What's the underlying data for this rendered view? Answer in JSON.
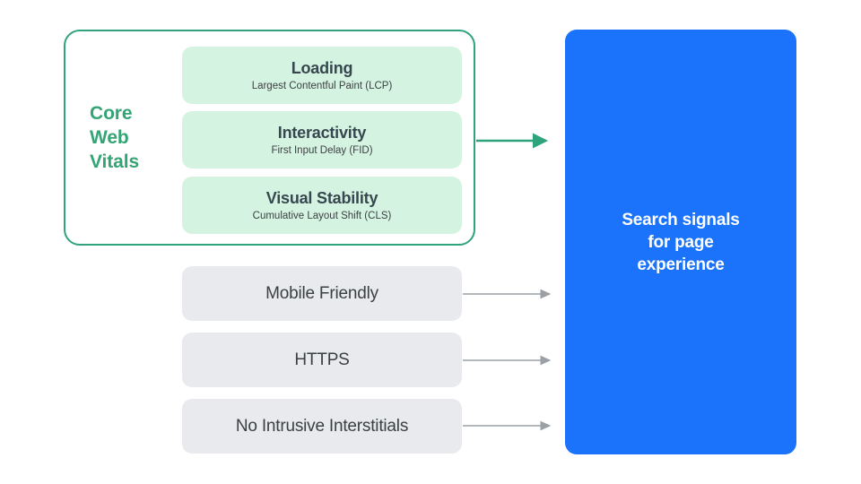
{
  "diagram": {
    "title": "Core Web Vitals and page experience search signals",
    "colors": {
      "green_border": "#2fa37c",
      "green_label": "#33a474",
      "green_card_bg": "#d5f3e1",
      "gray_box_bg": "#e8eaed",
      "blue_box_bg": "#1a73fa",
      "arrow_gray": "#9aa0a6",
      "arrow_green": "#2fa37c",
      "text_dark": "#3c4043",
      "text_white": "#ffffff",
      "page_bg": "#ffffff"
    },
    "core_web_vitals": {
      "label": "Core\nWeb\nVitals",
      "metrics": [
        {
          "title": "Loading",
          "subtitle": "Largest Contentful Paint (LCP)"
        },
        {
          "title": "Interactivity",
          "subtitle": "First Input Delay (FID)"
        },
        {
          "title": "Visual Stability",
          "subtitle": "Cumulative Layout Shift (CLS)"
        }
      ]
    },
    "other_signals": [
      {
        "label": "Mobile Friendly"
      },
      {
        "label": "HTTPS"
      },
      {
        "label": "No Intrusive Interstitials"
      }
    ],
    "target": {
      "text": "Search signals\nfor page\nexperience"
    },
    "arrows": [
      {
        "name": "arrow-core-web-vitals",
        "color": "#2fa37c",
        "from": "core-web-vitals-group",
        "to": "search-signals-box"
      },
      {
        "name": "arrow-mobile-friendly",
        "color": "#9aa0a6",
        "from": "Mobile Friendly",
        "to": "search-signals-box"
      },
      {
        "name": "arrow-https",
        "color": "#9aa0a6",
        "from": "HTTPS",
        "to": "search-signals-box"
      },
      {
        "name": "arrow-no-intrusive-interstitials",
        "color": "#9aa0a6",
        "from": "No Intrusive Interstitials",
        "to": "search-signals-box"
      }
    ]
  }
}
